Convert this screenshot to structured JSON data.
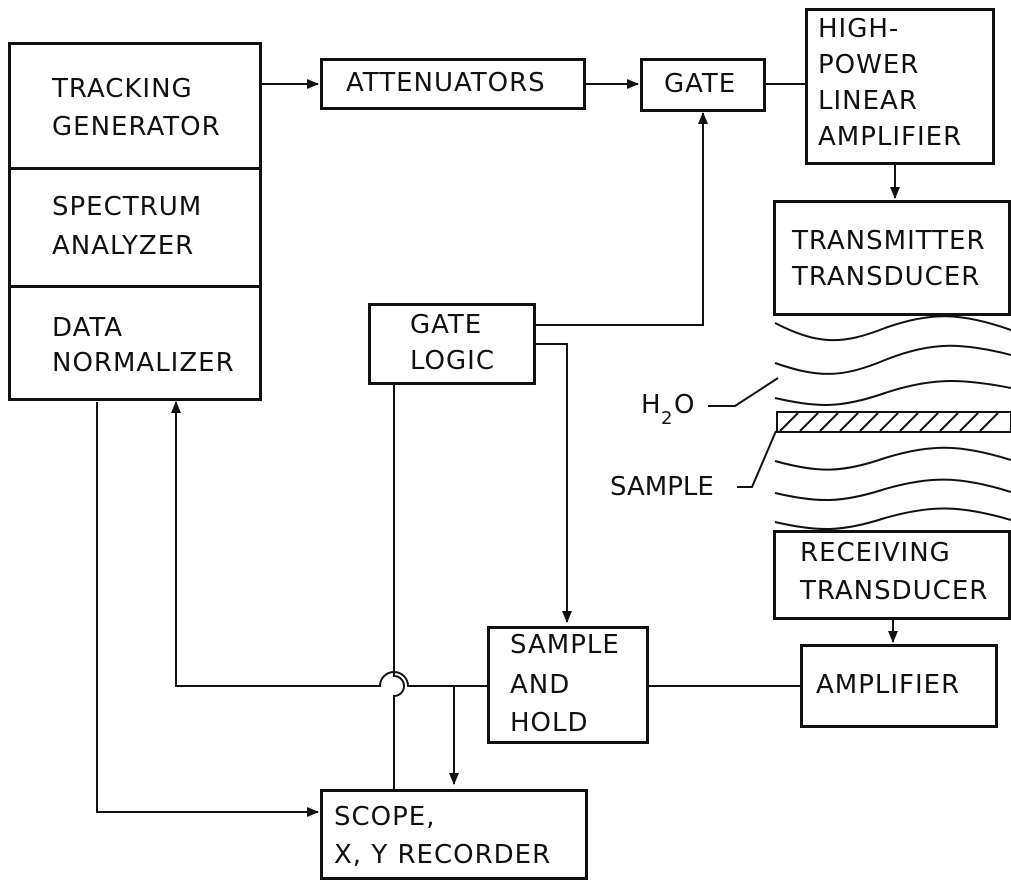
{
  "blocks": {
    "tracking_generator": [
      "TRACKING",
      "GENERATOR"
    ],
    "spectrum_analyzer": [
      "SPECTRUM",
      "ANALYZER"
    ],
    "data_normalizer": [
      "DATA",
      "NORMALIZER"
    ],
    "attenuators": "ATTENUATORS",
    "gate": "GATE",
    "high_power_amplifier": [
      "HIGH-",
      "POWER",
      "LINEAR",
      "AMPLIFIER"
    ],
    "transmitter_transducer": [
      "TRANSMITTER",
      "TRANSDUCER"
    ],
    "gate_logic": [
      "GATE",
      "LOGIC"
    ],
    "receiving_transducer": [
      "RECEIVING",
      "TRANSDUCER"
    ],
    "sample_and_hold": [
      "SAMPLE",
      "AND",
      "HOLD"
    ],
    "amplifier": "AMPLIFIER",
    "scope_recorder": [
      "SCOPE,",
      "X, Y RECORDER"
    ]
  },
  "labels": {
    "water_h": "H",
    "water_sub": "2",
    "water_o": "O",
    "sample": "SAMPLE"
  },
  "colors": {
    "ink": "#111111",
    "background": "#ffffff"
  }
}
